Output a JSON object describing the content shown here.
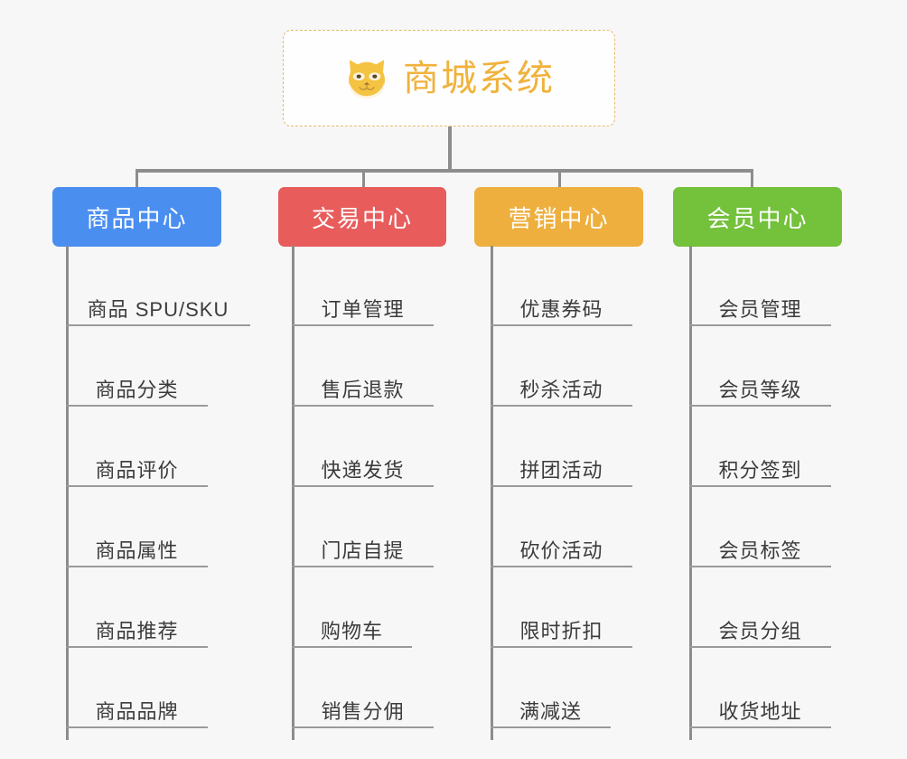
{
  "root": {
    "title": "商城系统",
    "icon": "shiba-dog-icon",
    "border_color": "#e8b96a",
    "text_color": "#f0b23c",
    "background": "#fefefe"
  },
  "canvas": {
    "background": "#f7f7f7",
    "connector_color": "#8d8d8d",
    "leaf_underline_color": "#9a9a9a",
    "leaf_text_color": "#3b3b3b"
  },
  "categories": [
    {
      "label": "商品中心",
      "color": "#4a8ef0",
      "items": [
        "商品 SPU/SKU",
        "商品分类",
        "商品评价",
        "商品属性",
        "商品推荐",
        "商品品牌"
      ]
    },
    {
      "label": "交易中心",
      "color": "#e85c5c",
      "items": [
        "订单管理",
        "售后退款",
        "快递发货",
        "门店自提",
        "购物车",
        "销售分佣"
      ]
    },
    {
      "label": "营销中心",
      "color": "#eeaf3e",
      "items": [
        "优惠券码",
        "秒杀活动",
        "拼团活动",
        "砍价活动",
        "限时折扣",
        "满减送"
      ]
    },
    {
      "label": "会员中心",
      "color": "#74c13c",
      "items": [
        "会员管理",
        "会员等级",
        "积分签到",
        "会员标签",
        "会员分组",
        "收货地址"
      ]
    }
  ]
}
